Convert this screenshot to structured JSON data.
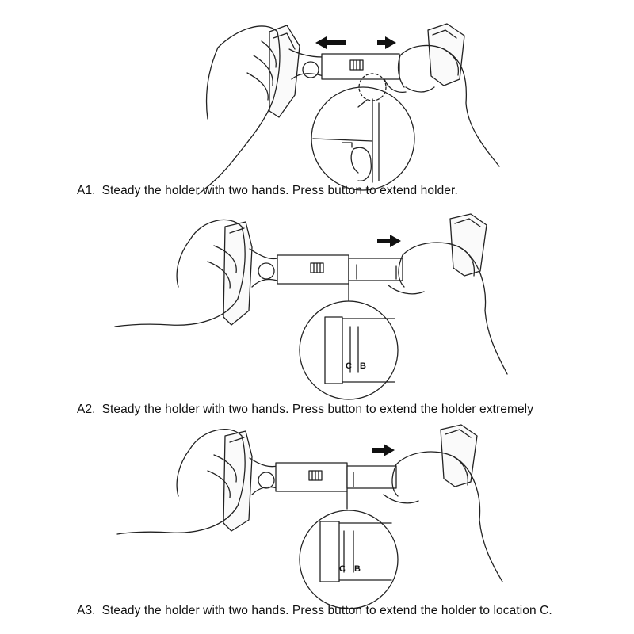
{
  "steps": [
    {
      "number": "A1.",
      "text": "Steady the holder with two hands. Press button to extend holder."
    },
    {
      "number": "A2.",
      "text": "Steady the holder with two hands. Press button to extend the holder extremely"
    },
    {
      "number": "A3.",
      "text": "Steady the holder with two hands. Press button to extend the holder to location C."
    }
  ],
  "markers": {
    "c": "C",
    "b": "B"
  }
}
